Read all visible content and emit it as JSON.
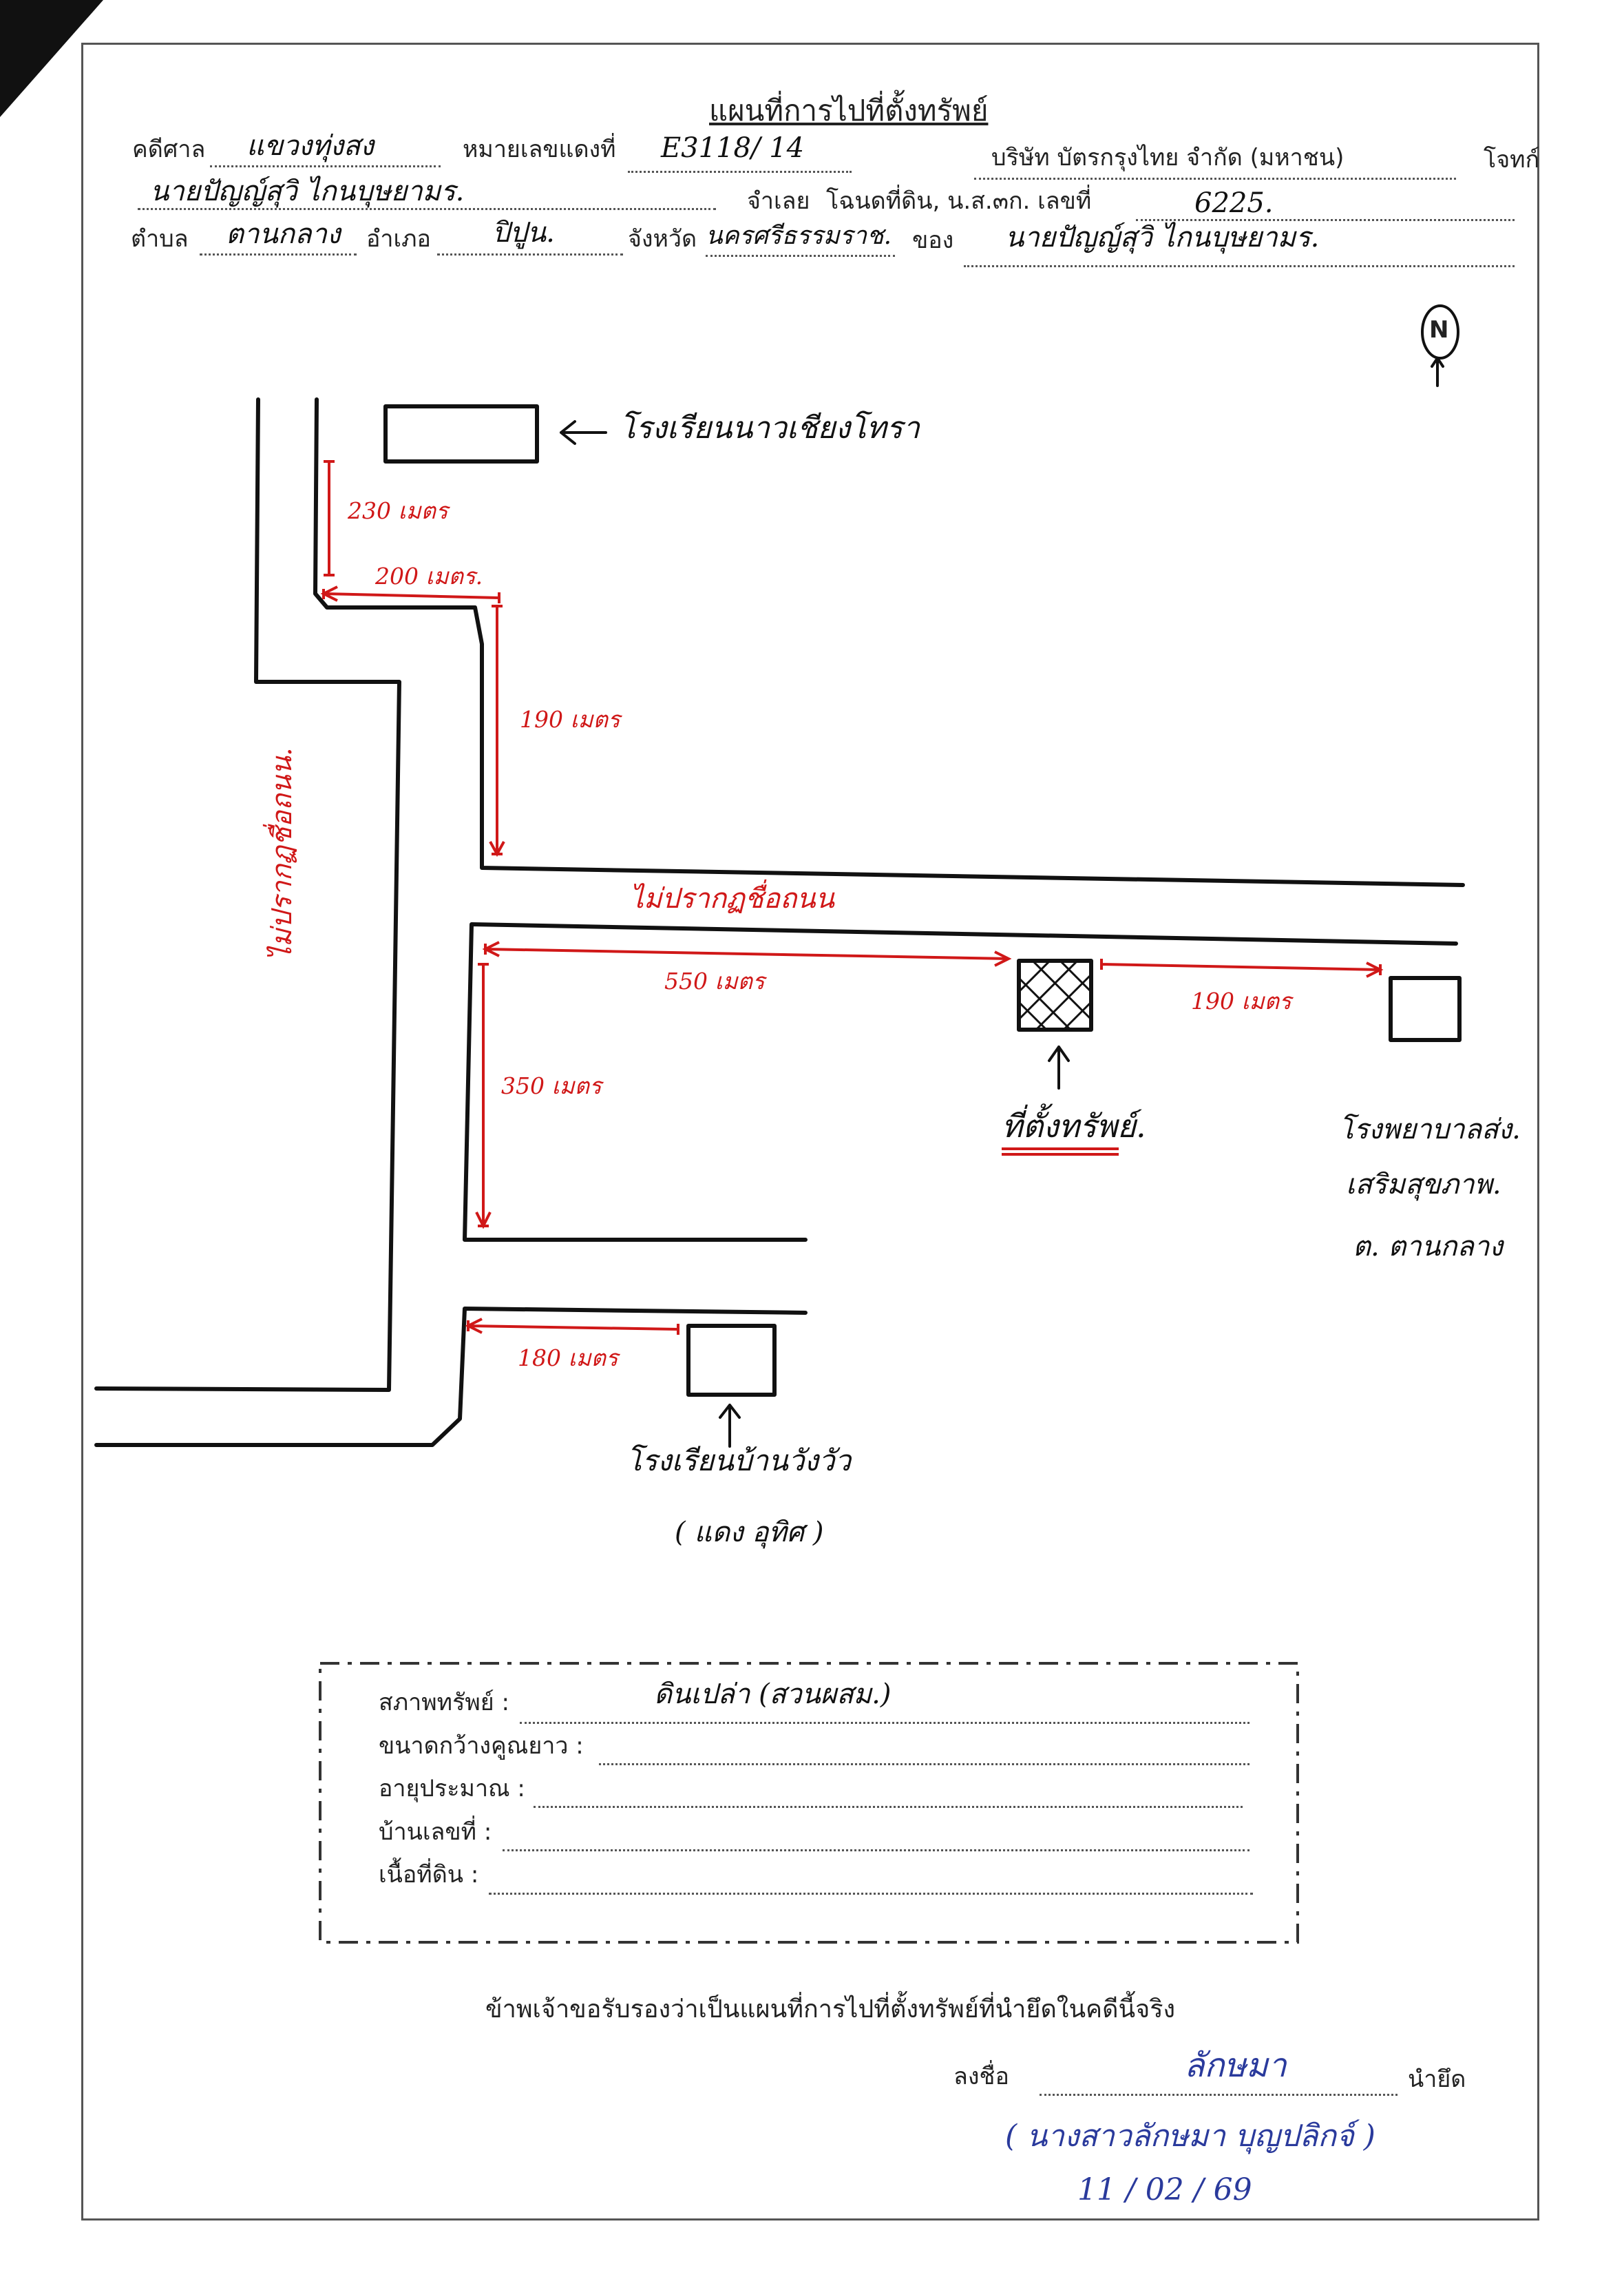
{
  "header": {
    "title": "แผนที่การไปที่ตั้งทรัพย์",
    "court_label": "คดีศาล",
    "court_value": "แขวงทุ่งสง",
    "case_no_label": "หมายเลขแดงที่",
    "case_no_value": "E3118/ 14",
    "plaintiff_name": "บริษัท บัตรกรุงไทย จำกัด (มหาชน)",
    "plaintiff_label": "โจทก์",
    "defendant_name": "นายปัญญ์สุวิ  ไกนบุษยามร.",
    "defendant_label": "จำเลย",
    "deed_label": "โฉนดที่ดิน, น.ส.๓ก. เลขที่",
    "deed_value": "6225.",
    "subdistrict_label": "ตำบล",
    "subdistrict_value": "ตานกลาง",
    "district_label": "อำเภอ",
    "district_value": "ปิปูน.",
    "province_label": "จังหวัด",
    "province_value": "นครศรีธรรมราช.",
    "owner_label": "ของ",
    "owner_value": "นายปัญญ์สุวิ  ไกนบุษยามร."
  },
  "compass": {
    "label": "N"
  },
  "map": {
    "labels": {
      "school_top": "โรงเรียนนาวเชียงโทรา",
      "road_horizontal": "ไม่ปรากฏชื่อถนน",
      "road_vertical": "ไม่ปรากฏชื่อถนน.",
      "property": "ที่ตั้งทรัพย์.",
      "hospital_line1": "โรงพยาบาลส่ง.",
      "hospital_line2": "เสริมสุขภาพ.",
      "hospital_line3": "ต. ตานกลาง",
      "school_bottom_line1": "โรงเรียนบ้านวังวัว",
      "school_bottom_line2": "( แดง อุทิศ )"
    },
    "distances": {
      "d1": "230  เมตร",
      "d2": "200  เมตร.",
      "d3": "190  เมตร",
      "d4": "550    เมตร",
      "d5": "190  เมตร",
      "d6": "350  เมตร",
      "d7": "180  เมตร"
    }
  },
  "property_box": {
    "condition_label": "สภาพทรัพย์ :",
    "condition_value": "ดินเปล่า  (สวนผสม.)",
    "size_label": "ขนาดกว้างคูณยาว :",
    "age_label": "อายุประมาณ :",
    "house_no_label": "บ้านเลขที่ :",
    "area_label": "เนื้อที่ดิน :"
  },
  "certification": {
    "statement": "ข้าพเจ้าขอรับรองว่าเป็นแผนที่การไปที่ตั้งทรัพย์ที่นำยึดในคดีนี้จริง",
    "sign_label": "ลงชื่อ",
    "role_label": "นำยึด",
    "signature": "ลักษมา",
    "signer_name": "(  นางสาวลักษมา   บุญปลิกจ์  )",
    "date": "11  /   02   / 69"
  }
}
